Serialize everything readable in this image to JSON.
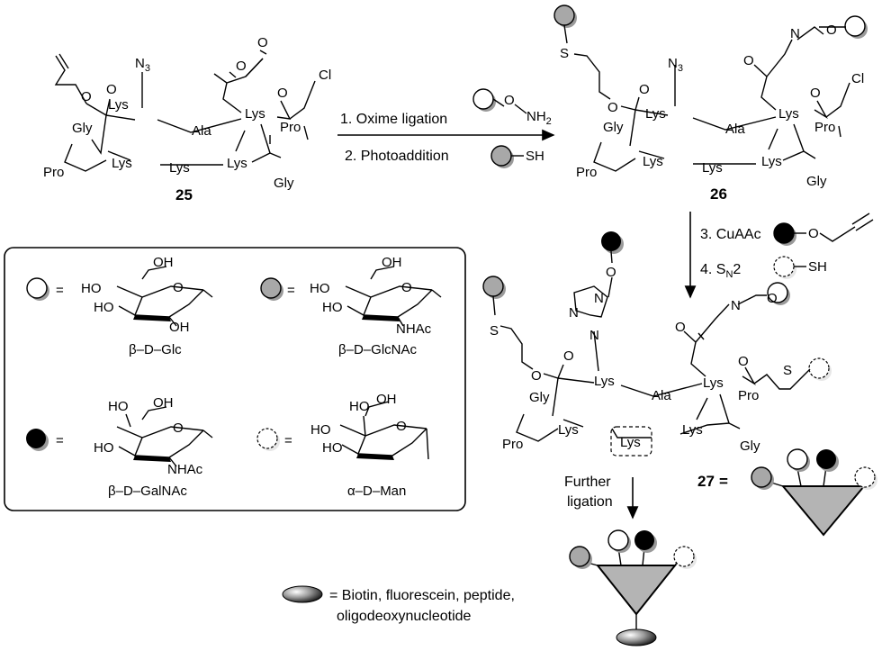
{
  "compounds": {
    "c25": "25",
    "c26": "26",
    "c27": "27",
    "c27_eq": "="
  },
  "residues": {
    "Gly": "Gly",
    "Lys": "Lys",
    "Ala": "Ala",
    "Pro": "Pro",
    "N3": "N",
    "N3_sub": "3",
    "Cl": "Cl",
    "S": "S",
    "O": "O",
    "N": "N",
    "SH": "SH",
    "NH": "NH",
    "NH_sub": "2"
  },
  "steps": {
    "step1": "1. Oxime ligation",
    "step2": "2. Photoaddition",
    "step3": "3. CuAAc",
    "step4_prefix": "4. S",
    "step4_sub": "N",
    "step4_suffix": "2",
    "further1": "Further",
    "further2": "ligation"
  },
  "legend": {
    "eq": "=",
    "glc_name": "β–D–Glc",
    "glcnac_name": "β–D–GlcNAc",
    "galnac_name": "β–D–GalNAc",
    "man_name": "α–D–Man",
    "ho": "HO",
    "oh": "OH",
    "o": "O",
    "nhac": "NHAc"
  },
  "bottom_note": {
    "line1": "= Biotin, fluorescein, peptide,",
    "line2": "oligodeoxynucleotide"
  },
  "colors": {
    "white_sugar": "#ffffff",
    "grey_sugar": "#a8a8a8",
    "black_sugar": "#000000",
    "shadow": "#9a9a9a",
    "triangle_fill": "#b4b4b4"
  }
}
